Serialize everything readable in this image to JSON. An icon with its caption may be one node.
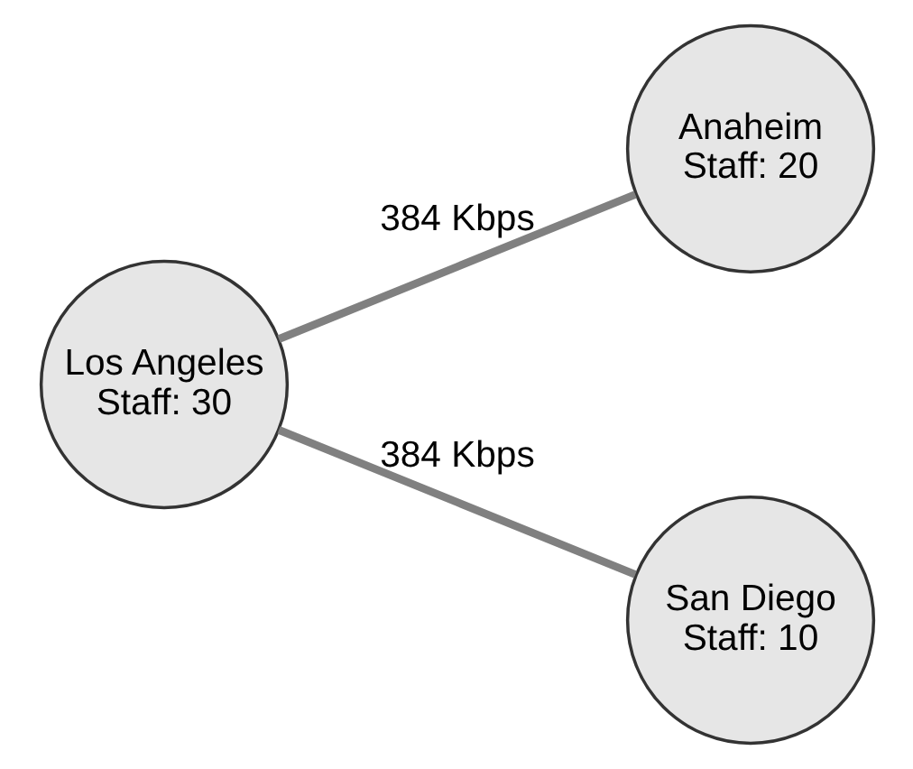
{
  "diagram": {
    "nodes": [
      {
        "text": [
          "Los Angeles",
          "Staff: 30"
        ]
      },
      {
        "text": [
          "Anaheim",
          "Staff: 20"
        ]
      },
      {
        "text": [
          "San Diego",
          "Staff: 10"
        ]
      }
    ],
    "edges": [
      {
        "from": 0,
        "to": 1,
        "arrow": "none",
        "label": "384 Kbps"
      },
      {
        "from": 0,
        "to": 2,
        "arrow": "none",
        "label": "384 Kbps"
      }
    ]
  }
}
